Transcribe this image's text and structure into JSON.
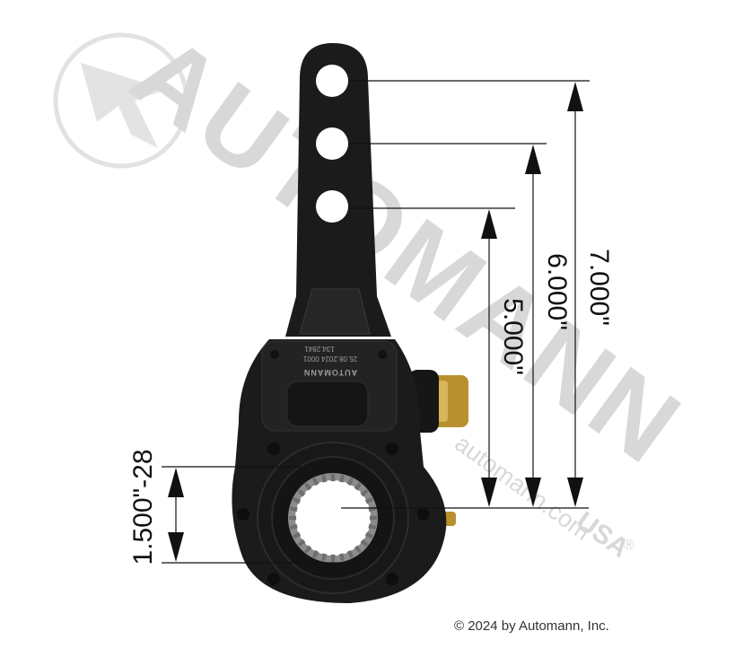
{
  "watermark": {
    "brand_text": "AUTOMANN",
    "suffix_text": "USA",
    "registered_mark": "®",
    "url_text": "automann.com"
  },
  "part": {
    "stamped_logo": "AUTOMANN",
    "stamp_line_1": "134.2841",
    "stamp_line_2": "25.08.2024 0001"
  },
  "dimensions": {
    "dim_7": "7.000\"",
    "dim_6": "6.000\"",
    "dim_5": "5.000\"",
    "dim_spline": "1.500\"-28"
  },
  "footer": {
    "copyright": "© 2024 by Automann, Inc."
  },
  "colors": {
    "part_body": "#1b1b1b",
    "brass_fitting": "#b8902e",
    "watermark": "#d8d8d8",
    "dimension_lines": "#111111"
  }
}
